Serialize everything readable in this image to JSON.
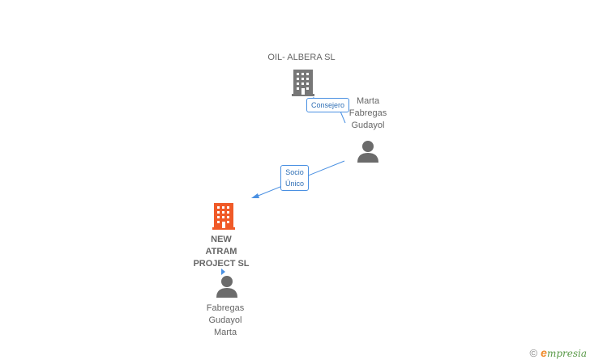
{
  "colors": {
    "edge": "#4a90e2",
    "company_primary": "#f05a28",
    "company_secondary": "#777777",
    "person": "#6b6b6b",
    "text": "#666666"
  },
  "nodes": {
    "oil_albera": {
      "name": "OIL- ALBERA SL",
      "icon": "building-icon"
    },
    "marta_top": {
      "lines": [
        "Marta",
        "Fabregas",
        "Gudayol"
      ],
      "icon": "person-icon"
    },
    "new_atram": {
      "lines": [
        "NEW",
        "ATRAM",
        "PROJECT SL"
      ],
      "icon": "building-icon"
    },
    "fabregas_bottom": {
      "lines": [
        "Fabregas",
        "Gudayol",
        "Marta"
      ],
      "icon": "person-icon"
    }
  },
  "edges": {
    "consejero": {
      "label": "Consejero"
    },
    "socio_unico": {
      "lines": [
        "Socio",
        "Único"
      ]
    }
  },
  "brand": {
    "copyright": "©",
    "first_letter": "e",
    "rest": "mpresia"
  }
}
